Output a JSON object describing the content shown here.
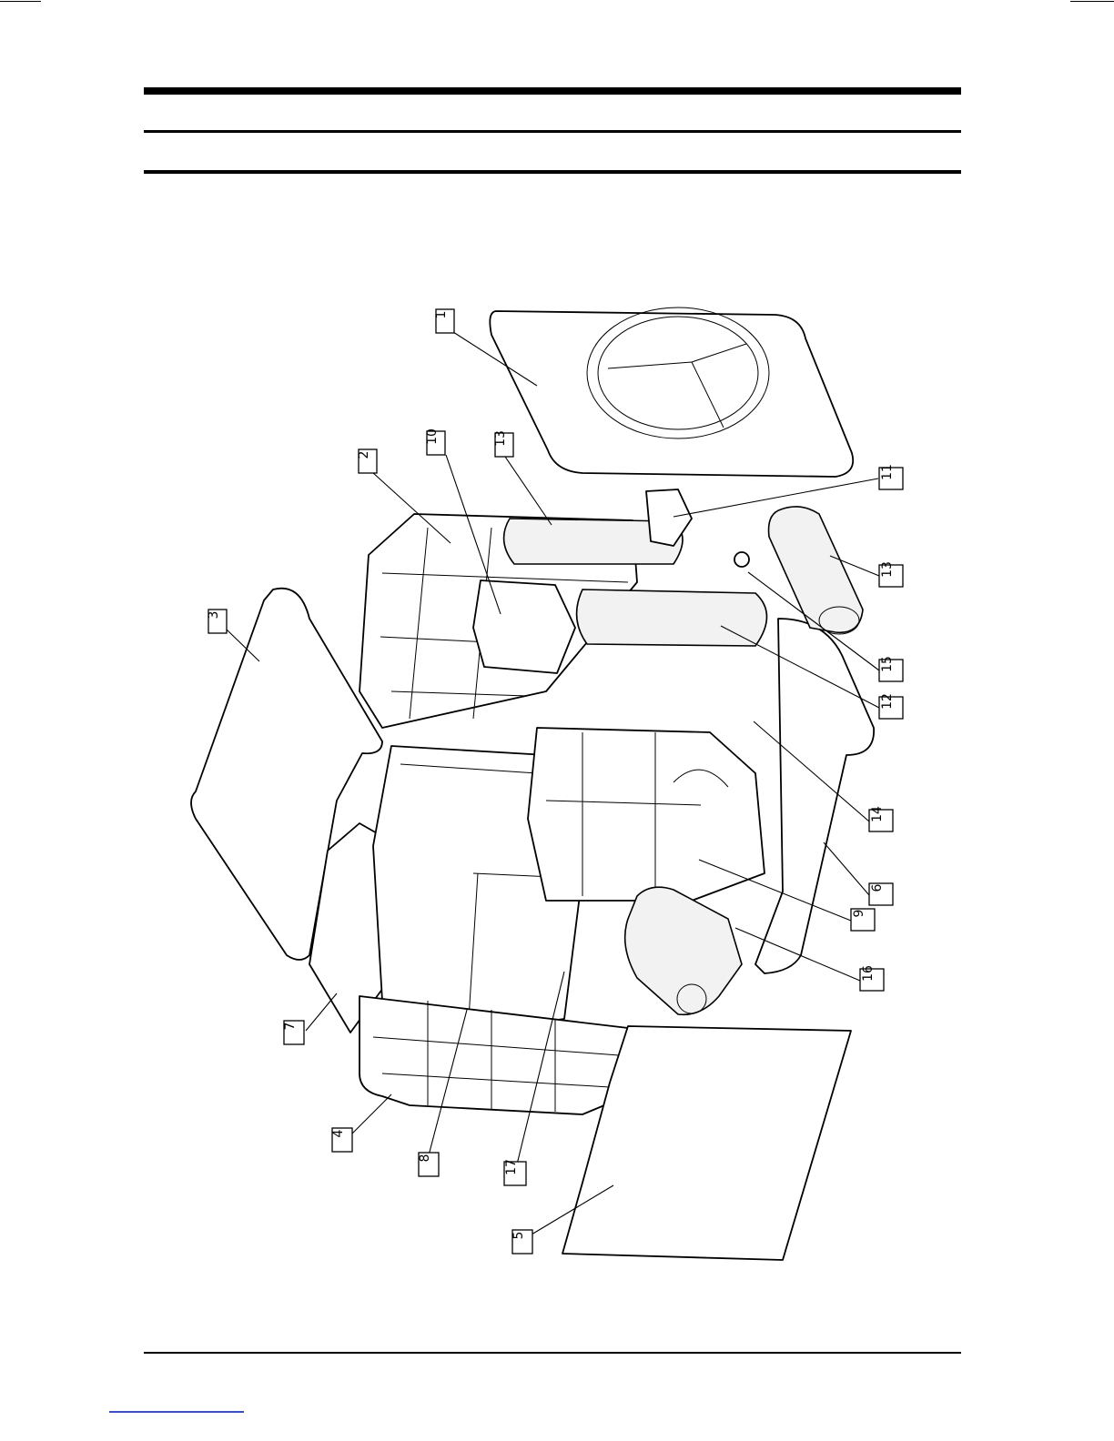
{
  "page": {
    "header_title": "",
    "footer_text": ""
  },
  "diagram": {
    "callouts": [
      {
        "label": "1"
      },
      {
        "label": "2"
      },
      {
        "label": "3"
      },
      {
        "label": "10"
      },
      {
        "label": "13"
      },
      {
        "label": "11"
      },
      {
        "label": "13"
      },
      {
        "label": "15"
      },
      {
        "label": "12"
      },
      {
        "label": "14"
      },
      {
        "label": "6"
      },
      {
        "label": "9"
      },
      {
        "label": "16"
      },
      {
        "label": "7"
      },
      {
        "label": "4"
      },
      {
        "label": "8"
      },
      {
        "label": "17"
      },
      {
        "label": "5"
      }
    ]
  }
}
